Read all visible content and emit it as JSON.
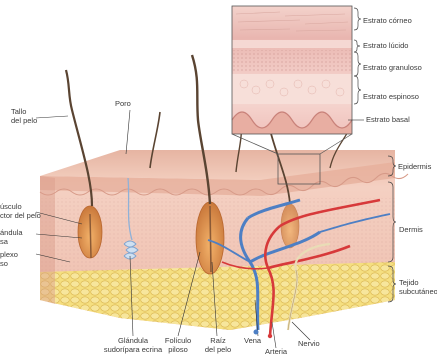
{
  "labels": {
    "estrato_corneo": "Estrato córneo",
    "estrato_lucido": "Estrato lúcido",
    "estrato_granuloso": "Estrato granuloso",
    "estrato_espinoso": "Estrato espinoso",
    "estrato_basal": "Estrato basal",
    "epidermis": "Epidermis",
    "dermis": "Dermis",
    "tejido_subcutaneo_1": "Tejido",
    "tejido_subcutaneo_2": "subcutáneo",
    "tallo_1": "Tallo",
    "tallo_2": "del pelo",
    "poro": "Poro",
    "musculo_1": "úsculo",
    "musculo_2": "ctor del pelo",
    "glandula_1": "ándula",
    "glandula_2": "sa",
    "plexo_1": "plexo",
    "plexo_2": "so",
    "glandula_sudoripara_1": "Glándula",
    "glandula_sudoripara_2": "sudorípara ecrina",
    "foliculo_1": "Folículo",
    "foliculo_2": "piloso",
    "raiz_1": "Raíz",
    "raiz_2": "del pelo",
    "vena": "Vena",
    "arteria": "Arteria",
    "nervio": "Nervio"
  },
  "colors": {
    "epidermis_top": "#e9b7a4",
    "epidermis_body": "#f1c9b8",
    "dermis": "#f3cbbd",
    "dermis_dark": "#e7b0a0",
    "subcutaneous_fat": "#f4dc7a",
    "fat_outline": "#d8b248",
    "follicle": "#e9a25a",
    "hair": "#5a4432",
    "vein": "#4d7fc4",
    "artery": "#d7393a",
    "nerve": "#f0e6c8",
    "leader_line": "#333333"
  }
}
